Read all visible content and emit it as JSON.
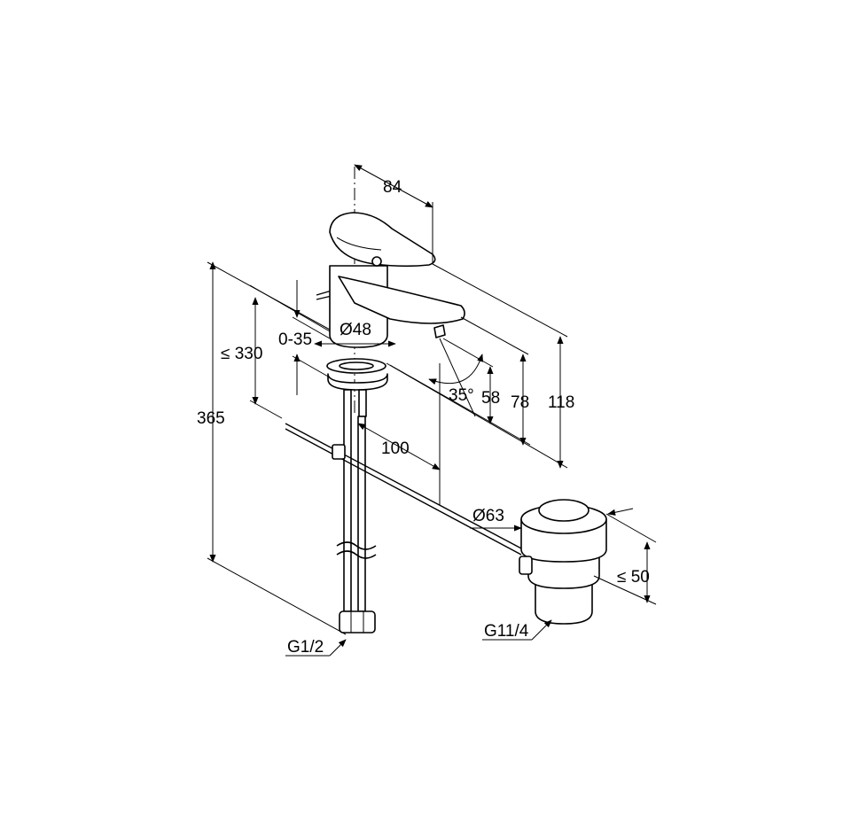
{
  "labels": {
    "width_top": "84",
    "range": "0-35",
    "body_diameter": "Ø48",
    "max_height": "≤ 330",
    "total_height": "365",
    "swivel_angle": "35°",
    "spout_height": "58",
    "spout_top": "78",
    "overall_height": "118",
    "spout_reach": "100",
    "waste_diameter": "Ø63",
    "waste_height": "≤ 50",
    "hose_thread": "G1/2",
    "waste_thread": "G11/4"
  }
}
